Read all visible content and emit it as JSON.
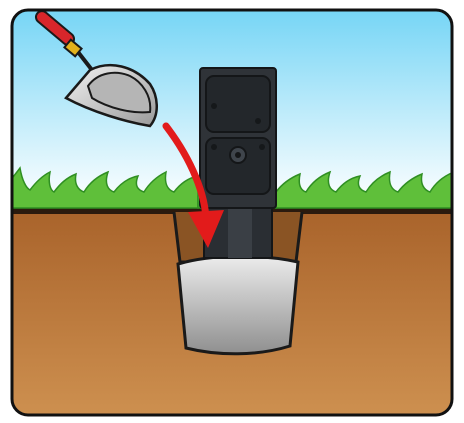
{
  "scene": {
    "name": "post-installation-illustration",
    "elements": [
      {
        "name": "trowel-icon",
        "role": "hand-trowel-with-concrete"
      },
      {
        "name": "arrow-icon",
        "role": "pour-direction-arrow"
      },
      {
        "name": "utility-post",
        "role": "dark-enclosure-post"
      },
      {
        "name": "concrete-base",
        "role": "concrete-in-hole"
      },
      {
        "name": "grass-strip",
        "role": "ground-surface"
      },
      {
        "name": "soil",
        "role": "earth-cross-section"
      }
    ]
  },
  "colors": {
    "sky_top": "#6fd3f5",
    "sky_bottom": "#ffffff",
    "grass": "#5fbf3a",
    "grass_dark": "#2f8f22",
    "soil_top": "#b06a2c",
    "soil_bottom": "#c98a48",
    "concrete_light": "#e4e4e4",
    "concrete_dark": "#9e9e9e",
    "post": "#2f3338",
    "post_dark": "#1c1f22",
    "arrow": "#e21b1b",
    "handle_red": "#d8262b",
    "ferrule": "#e3b21c",
    "outline": "#1a1a1a"
  }
}
